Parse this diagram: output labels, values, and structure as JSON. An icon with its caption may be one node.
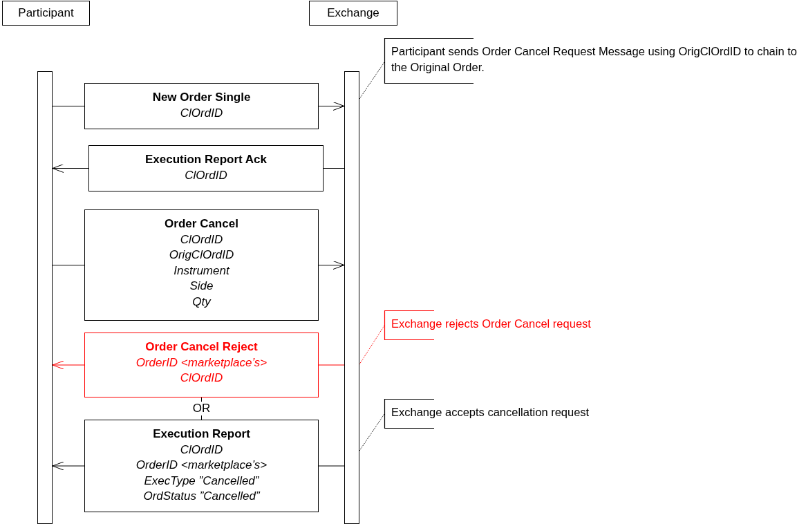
{
  "diagram": {
    "nodes": [
      {
        "text": [
          "Participant"
        ]
      },
      {
        "text": [
          "Exchange"
        ]
      },
      {
        "text": [],
        "shape": "bar"
      },
      {
        "text": [],
        "shape": "bar"
      },
      {
        "text": [
          "New Order Single",
          "ClOrdID"
        ]
      },
      {
        "text": [
          "Execution Report Ack",
          "ClOrdID"
        ]
      },
      {
        "text": [
          "Order Cancel",
          "ClOrdID",
          "OrigClOrdID",
          "Instrument",
          "Side",
          "Qty"
        ]
      },
      {
        "text": [
          "Order Cancel Reject",
          "OrderID <marketplace’s>",
          "ClOrdID"
        ]
      },
      {
        "text": [
          "Execution Report",
          "ClOrdID",
          "OrderID <marketplace’s>",
          "ExecType ”Cancelled”",
          "OrdStatus ”Cancelled”"
        ]
      },
      {
        "text": [
          "Participant sends Order Cancel Request Message using OrigClOrdID to chain to the Original Order."
        ]
      },
      {
        "text": [
          "Exchange rejects Order Cancel request"
        ]
      },
      {
        "text": [
          "Exchange accepts cancellation request"
        ]
      }
    ],
    "edges": [
      {
        "from": 2,
        "to": 4,
        "arrow": "none"
      },
      {
        "from": 4,
        "to": 3,
        "arrow": "to"
      },
      {
        "from": 3,
        "to": 5,
        "arrow": "none"
      },
      {
        "from": 5,
        "to": 2,
        "arrow": "to"
      },
      {
        "from": 2,
        "to": 6,
        "arrow": "none"
      },
      {
        "from": 6,
        "to": 3,
        "arrow": "to"
      },
      {
        "from": 3,
        "to": 7,
        "arrow": "none",
        "color": "#ff0000"
      },
      {
        "from": 7,
        "to": 2,
        "arrow": "to",
        "color": "#ff0000"
      },
      {
        "from": 3,
        "to": 8,
        "arrow": "none"
      },
      {
        "from": 8,
        "to": 2,
        "arrow": "to"
      },
      {
        "from": 7,
        "to": 8,
        "arrow": "none",
        "label": "OR"
      },
      {
        "from": 9,
        "to": 3,
        "arrow": "none",
        "style": "dashed"
      },
      {
        "from": 10,
        "to": 3,
        "arrow": "none",
        "style": "dashed",
        "color": "#ff0000"
      },
      {
        "from": 11,
        "to": 3,
        "arrow": "none",
        "style": "dashed"
      }
    ]
  }
}
